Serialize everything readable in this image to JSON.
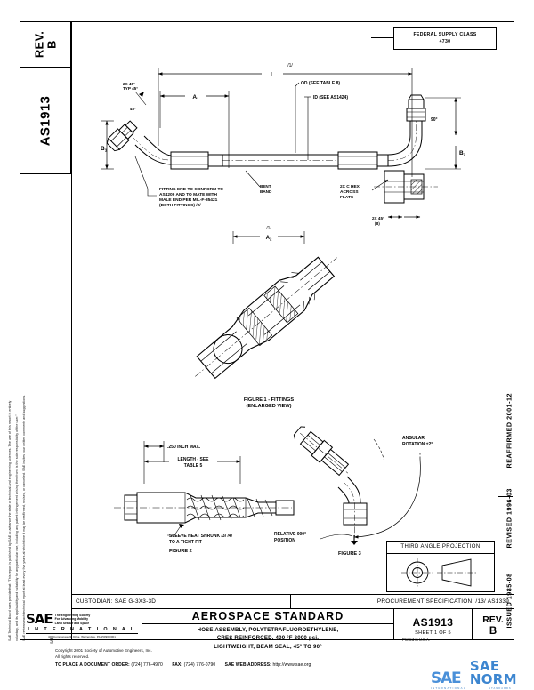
{
  "document": {
    "standard_number": "AS1913",
    "revision_label": "REV.",
    "revision_letter": "B",
    "federal_supply_class_label": "FEDERAL SUPPLY CLASS",
    "federal_supply_class_value": "4730",
    "issued": "ISSUED 1985-08",
    "revised": "REVISED 1996-03",
    "reaffirmed": "REAFFIRMED 2001-12"
  },
  "notice": {
    "line1": "SAE Technical Board rules provide that: \"This report is published by SAE to advance the state of technical and engineering sciences. The use of this report is entirely",
    "line2": "voluntary, and its applicability and suitability for any particular use, including any patent infringement arising therefrom, is the sole responsibility of the user.\"",
    "line3": "SAE reviews each technical report at least every five years at which time it may be reaffirmed, revised, or cancelled. SAE invites your written comments and suggestions."
  },
  "strip": {
    "custodian": "CUSTODIAN: SAE G-3X3-3D",
    "procurement": "PROCUREMENT SPECIFICATION: /13/ AS1339"
  },
  "title_block": {
    "header": "AEROSPACE STANDARD",
    "desc_line1": "HOSE ASSEMBLY, POLYTETRAFLUOROETHYLENE,",
    "desc_line2": "CRES REINFORCED, 400 °F 3000 psi,",
    "desc_line3": "LIGHTWEIGHT, BEAM SEAL, 45° TO 90°",
    "number": "AS1913",
    "sheet": "SHEET 1 OF 5",
    "rev_label": "REV.",
    "rev_value": "B"
  },
  "sae_logo": {
    "mark": "SAE",
    "tagline_line1": "The Engineering Society",
    "tagline_line2": "For Advancing Mobility",
    "tagline_line3": "Land Sea Air and Space",
    "tagline_line4": "I N T E R N A T I O N A L",
    "international": "I N T E R N A T I O N A L",
    "address": "400 Commonwealth Drive, Warrendale, PA  15096-0001"
  },
  "footer": {
    "copyright_line1": "Copyright 2001 Society of Automotive Engineers, Inc.",
    "copyright_line2": "All rights reserved.",
    "order_label": "TO PLACE A DOCUMENT ORDER:",
    "order_phone": "(724) 776-4970",
    "fax_label": "FAX:",
    "fax_number": "(724) 776-0790",
    "web_label": "SAE WEB ADDRESS:",
    "web_value": "http://www.sae.org",
    "printed": "Printed in U.S.A.",
    "side_code": "SAE"
  },
  "watermark": {
    "mark": "SAE",
    "text": "SAE NORM",
    "sub1": "INTERNATIONAL",
    "sub2": "STANDARDS"
  },
  "third_angle": {
    "title": "THIRD ANGLE PROJECTION"
  },
  "figures": {
    "fig1_caption_line1": "FIGURE 1 - FITTINGS",
    "fig1_caption_line2": "(ENLARGED VIEW)",
    "fig2_caption": "FIGURE 2",
    "fig3_caption": "FIGURE 3"
  },
  "callouts": {
    "dim_L": "L",
    "dim_L_note": "/1/",
    "dim_A1": "A",
    "dim_A1_sub": "1",
    "dim_A2": "A",
    "dim_A2_sub": "2",
    "dim_B1": "B",
    "dim_B1_sub": "1",
    "dim_B2": "B",
    "dim_B2_sub": "2",
    "od_note": "OD (SEE TABLE 8)",
    "id_note": "ID (SEE AS1424)",
    "typ_45": "2X 45°",
    "typ_45_label": "TYP 45°",
    "angle_90": "90°",
    "fitting_note_1": "FITTING END TO CONFORM TO",
    "fitting_note_2": "AS4209 AND TO MATE WITH",
    "fitting_note_3": "MALE END PER MIL-F-85421",
    "fitting_note_4": "(BOTH FITTINGS) /2/",
    "bend_label_1": "BENT",
    "bend_label_2": "BAND",
    "hex_note_1": "2X  C  HEX",
    "hex_note_2": "ACROSS",
    "hex_note_3": "FLATS",
    "fig2_max": ".250 INCH MAX.",
    "fig2_len1": "LENGTH - SEE",
    "fig2_len2": "TABLE 5",
    "fig2_sleeve1": "SLEEVE HEAT SHRUNK  /3/  /4/",
    "fig2_sleeve2": "TO A TIGHT FIT",
    "fig3_rot1": "ANGULAR",
    "fig3_rot2": "ROTATION  ±2°",
    "fig3_pos1": "RELATIVE   000°",
    "fig3_pos2": "POSITION"
  }
}
